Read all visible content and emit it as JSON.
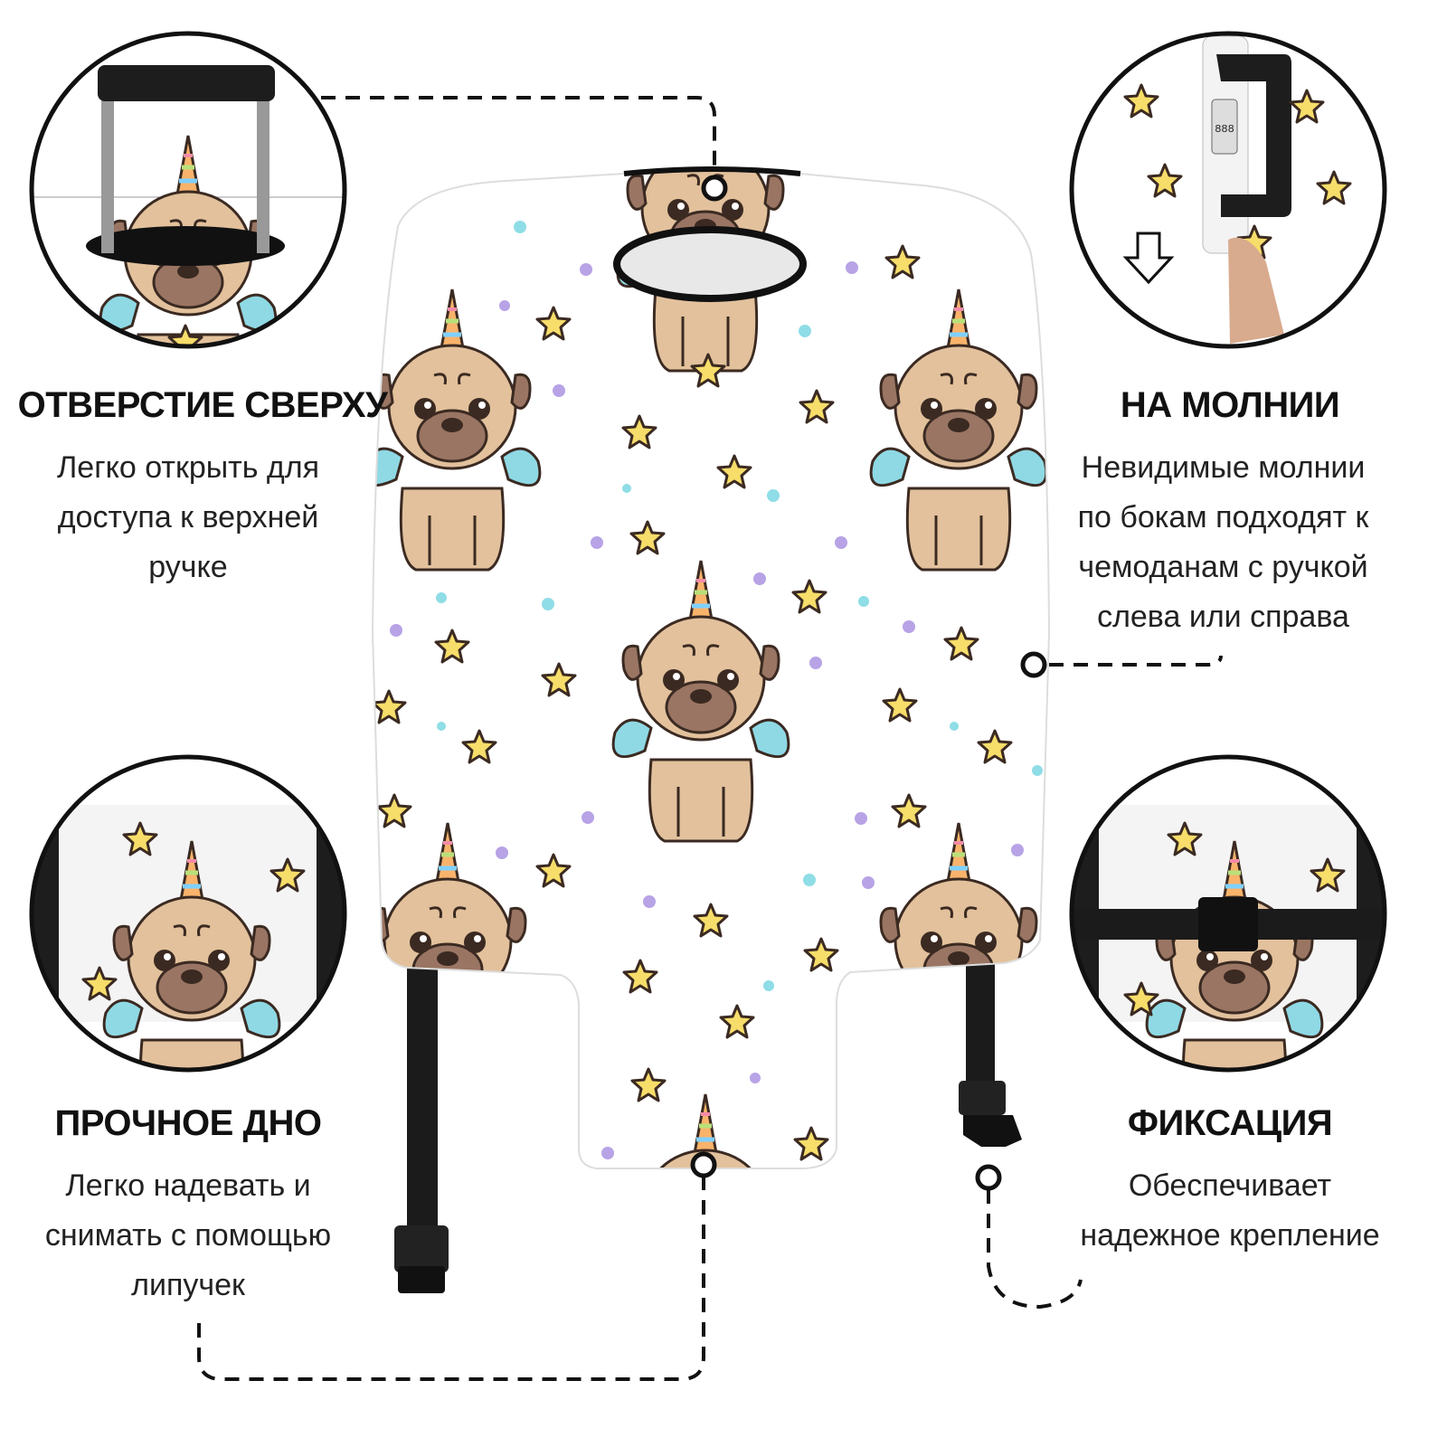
{
  "features": [
    {
      "title": "ОТВЕРСТИЕ СВЕРХУ",
      "lines": [
        "Легко открыть для",
        "доступа к верхней",
        "ручке"
      ]
    },
    {
      "title": "НА МОЛНИИ",
      "lines": [
        "Невидимые молнии",
        "по бокам подходят к",
        "чемоданам с ручкой",
        "слева или справа"
      ]
    },
    {
      "title": "ПРОЧНОЕ ДНО",
      "lines": [
        "Легко надевать и",
        "снимать с помощью",
        "липучек"
      ]
    },
    {
      "title": "ФИКСАЦИЯ",
      "lines": [
        "Обеспечивает",
        "надежное крепление"
      ]
    }
  ],
  "colors": {
    "tan": "#e2c19c",
    "wing": "#8fd9e4",
    "star": "#f7dd6a",
    "dot_purple": "#b7a3e6",
    "dot_teal": "#8fdde6",
    "strap": "#1b1b1b"
  },
  "lock_code": "888"
}
